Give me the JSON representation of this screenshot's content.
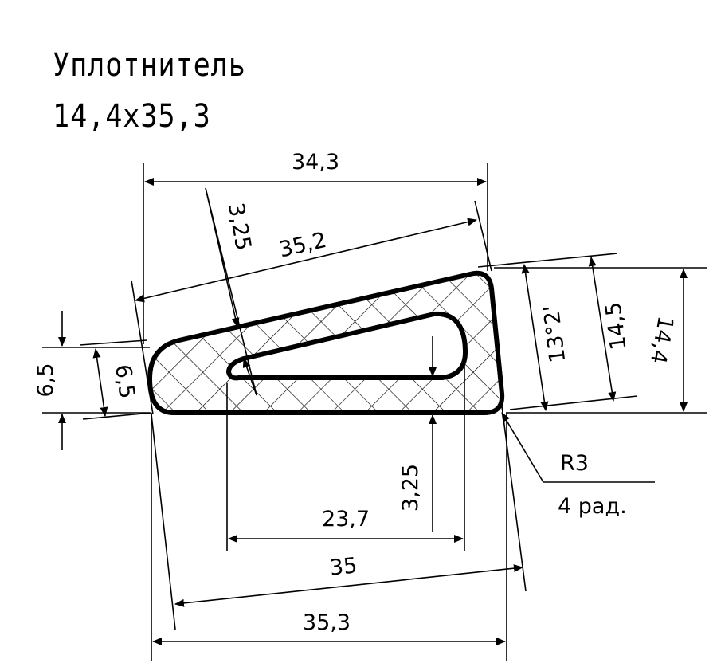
{
  "title": {
    "line1": "Уплотнитель",
    "line2": "14,4х35,3"
  },
  "dimensions": {
    "top_width": "34,3",
    "slanted_length": "35,2",
    "wall_top": "3,25",
    "left_height_outer": "6,5",
    "left_height_inner": "6,5",
    "right_angle": "13°2'",
    "right_slant": "14,5",
    "overall_height": "14,4",
    "wall_bottom": "3,25",
    "slot_length": "23,7",
    "base_slant": "35",
    "overall_width": "35,3",
    "radius": "R3",
    "radius_note": "4 рад."
  }
}
